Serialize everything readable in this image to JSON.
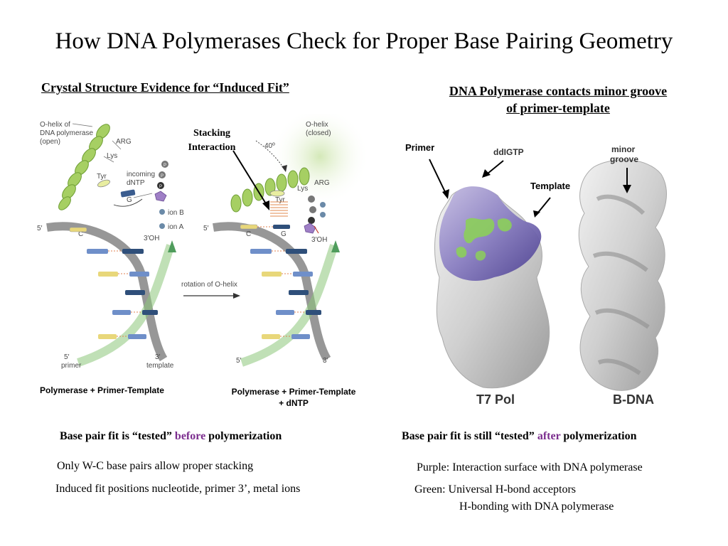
{
  "slide": {
    "title": "How DNA Polymerases Check for Proper Base Pairing Geometry",
    "left": {
      "heading": "Crystal Structure Evidence for “Induced Fit”",
      "stacking_label_1": "Stacking",
      "stacking_label_2": "Interaction",
      "figure": {
        "open_helix_1": "O-helix of",
        "open_helix_2": "DNA polymerase",
        "open_helix_3": "(open)",
        "closed_helix_1": "O-helix",
        "closed_helix_2": "(closed)",
        "angle": "40º",
        "arg": "ARG",
        "lys": "Lys",
        "tyr": "Tyr",
        "incoming_1": "incoming",
        "incoming_2": "dNTP",
        "base_g": "G",
        "base_c": "C",
        "ion_b": "ion B",
        "ion_a": "ion A",
        "five_prime": "5′",
        "three_oh": "3′OH",
        "primer": "primer",
        "template": "template",
        "three_prime": "3′",
        "phosphate": "P",
        "rotation": "rotation of O-helix"
      },
      "caption_1": "Polymerase + Primer-Template",
      "caption_2a": "Polymerase + Primer-Template",
      "caption_2b": "+ dNTP",
      "fit_pre": "Base pair fit is “tested” ",
      "fit_word": "before",
      "fit_post": " polymerization",
      "note_1": "Only W-C base pairs allow proper stacking",
      "note_2": "Induced fit positions nucleotide, primer 3’, metal ions"
    },
    "right": {
      "heading_1": "DNA Polymerase contacts minor groove",
      "heading_2": "of primer-template",
      "primer_label": "Primer",
      "template_label": "Template",
      "ddigtp": "ddIGTP",
      "minor_1": "minor",
      "minor_2": "groove",
      "t7": "T7 Pol",
      "bdna": "B-DNA",
      "fit_pre": "Base pair fit is still “tested” ",
      "fit_word": "after",
      "fit_post": " polymerization",
      "legend_purple": "Purple: Interaction surface with DNA polymerase",
      "legend_green": "Green: Universal H-bond acceptors",
      "legend_green_2": "H-bonding with DNA polymerase"
    }
  },
  "colors": {
    "purple_text": "#7b2d8e",
    "helix_green": "#9dc95a",
    "strand_grey": "#8c8c8c",
    "surface_purple": "#7a6fb0",
    "surface_green": "#8ccf5a"
  }
}
